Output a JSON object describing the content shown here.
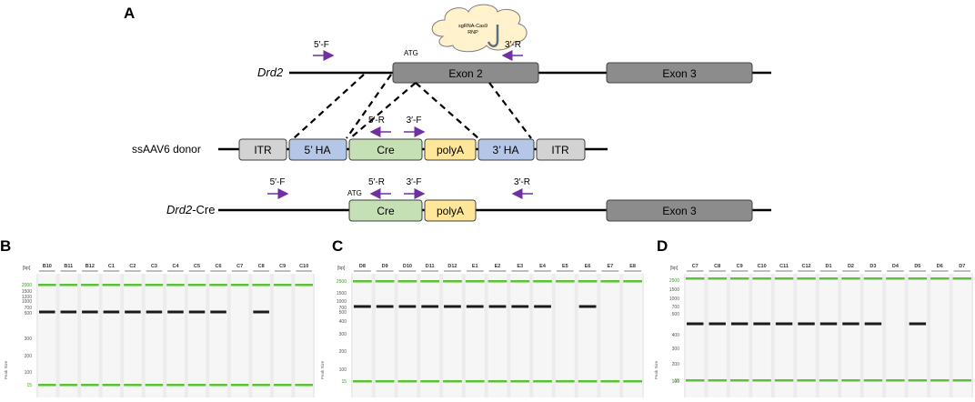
{
  "panelA": {
    "label": "A",
    "cloud_text": [
      "sgRNA-Cas9",
      "RNP"
    ],
    "gene_line": {
      "label": "Drd2",
      "atg": "ATG",
      "exon2": "Exon 2",
      "exon3": "Exon 3",
      "primer_fwd": "5′-F",
      "primer_rev": "3′-R"
    },
    "donor": {
      "label": "ssAAV6 donor",
      "itr_left": "ITR",
      "ha5": "5’ HA",
      "cre": "Cre",
      "polyA": "polyA",
      "ha3": "3’ HA",
      "itr_right": "ITR",
      "primer_rev_inner": "5′-R",
      "primer_fwd_inner": "3′-F"
    },
    "cre_line": {
      "label_italic": "Drd2",
      "label_suffix": "-Cre",
      "atg": "ATG",
      "cre": "Cre",
      "polyA": "polyA",
      "exon3": "Exon 3",
      "primer_fwd": "5′-F",
      "primer_rev_inner": "5′-R",
      "primer_fwd_inner": "3′-F",
      "primer_rev": "3′-R"
    },
    "colors": {
      "exon": "#8c8c8c",
      "itr": "#d3d3d3",
      "ha": "#b4c7e7",
      "cre": "#c5e0b4",
      "polyA": "#ffe699",
      "primer": "#7030a0"
    }
  },
  "gels": [
    {
      "label": "B",
      "unit": "[bp]",
      "lanes": [
        "B10",
        "B11",
        "B12",
        "C1",
        "C2",
        "C3",
        "C4",
        "C5",
        "C6",
        "C7",
        "C8",
        "C9",
        "C10"
      ],
      "ladder": [
        "2000",
        "1500",
        "1200",
        "1000",
        "700",
        "500",
        "300",
        "200",
        "100",
        "15"
      ],
      "band_present": [
        true,
        true,
        true,
        true,
        true,
        true,
        true,
        true,
        true,
        false,
        true,
        false,
        false
      ],
      "side_label": "Peak Size"
    },
    {
      "label": "C",
      "unit": "[bp]",
      "lanes": [
        "D8",
        "D9",
        "D10",
        "D11",
        "D12",
        "E1",
        "E2",
        "E3",
        "E4",
        "E5",
        "E6",
        "E7",
        "E8"
      ],
      "ladder": [
        "2500",
        "1500",
        "1000",
        "700",
        "500",
        "400",
        "300",
        "200",
        "100",
        "15"
      ],
      "band_present": [
        true,
        true,
        true,
        true,
        true,
        true,
        true,
        true,
        true,
        false,
        true,
        false,
        false
      ],
      "side_label": "Peak Size"
    },
    {
      "label": "D",
      "unit": "[bp]",
      "lanes": [
        "C7",
        "C8",
        "C9",
        "C10",
        "C11",
        "C12",
        "D1",
        "D2",
        "D3",
        "D4",
        "D5",
        "D6",
        "D7"
      ],
      "ladder": [
        "2500",
        "1500",
        "1000",
        "700",
        "500",
        "400",
        "300",
        "200",
        "100",
        "15"
      ],
      "band_present": [
        true,
        true,
        true,
        true,
        true,
        true,
        true,
        true,
        true,
        false,
        true,
        false,
        false
      ],
      "side_label": "Peak Size"
    }
  ]
}
